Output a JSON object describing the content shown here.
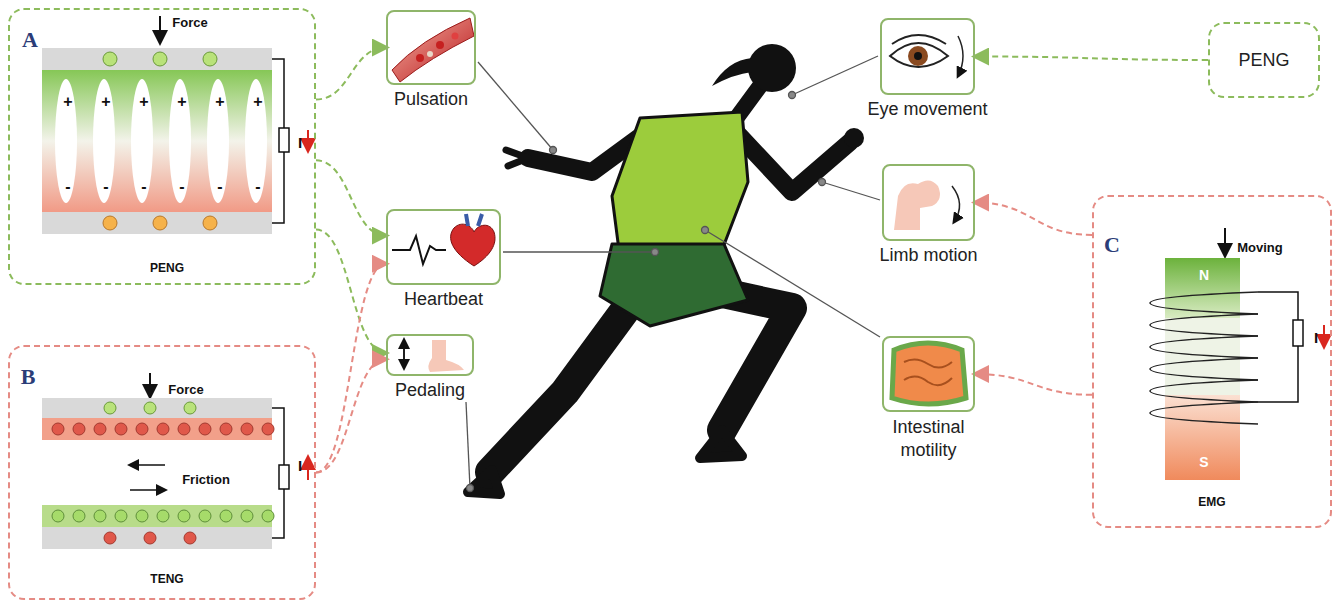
{
  "diagram": {
    "nodes": [
      {
        "text": [
          "A",
          "Force",
          "+",
          "+",
          "+",
          "+",
          "+",
          "+",
          "-",
          "-",
          "-",
          "-",
          "-",
          "-",
          "I",
          "PENG"
        ]
      },
      {
        "text": [
          "Pulsation"
        ]
      },
      {
        "text": [
          "Eye movement"
        ]
      },
      {
        "text": [
          "PENG"
        ]
      },
      {
        "text": [
          "Heartbeat"
        ]
      },
      {
        "text": [
          "Limb motion"
        ]
      },
      {
        "text": [
          "Pedaling"
        ]
      },
      {
        "text": [
          "Intestinal motility"
        ]
      },
      {
        "text": [
          "B",
          "Force",
          "Friction",
          "I",
          "TENG"
        ]
      },
      {
        "text": [
          "C",
          "Moving",
          "N",
          "S",
          "I",
          "EMG"
        ]
      }
    ],
    "edges": [
      {
        "from": 0,
        "to": 1,
        "arrow": "to"
      },
      {
        "from": 0,
        "to": 4,
        "arrow": "to"
      },
      {
        "from": 0,
        "to": 6,
        "arrow": "to"
      },
      {
        "from": 8,
        "to": 4,
        "arrow": "to"
      },
      {
        "from": 8,
        "to": 6,
        "arrow": "to"
      },
      {
        "from": 9,
        "to": 5,
        "arrow": "to"
      },
      {
        "from": 9,
        "to": 7,
        "arrow": "to"
      },
      {
        "from": 3,
        "to": 2,
        "arrow": "to"
      }
    ]
  }
}
